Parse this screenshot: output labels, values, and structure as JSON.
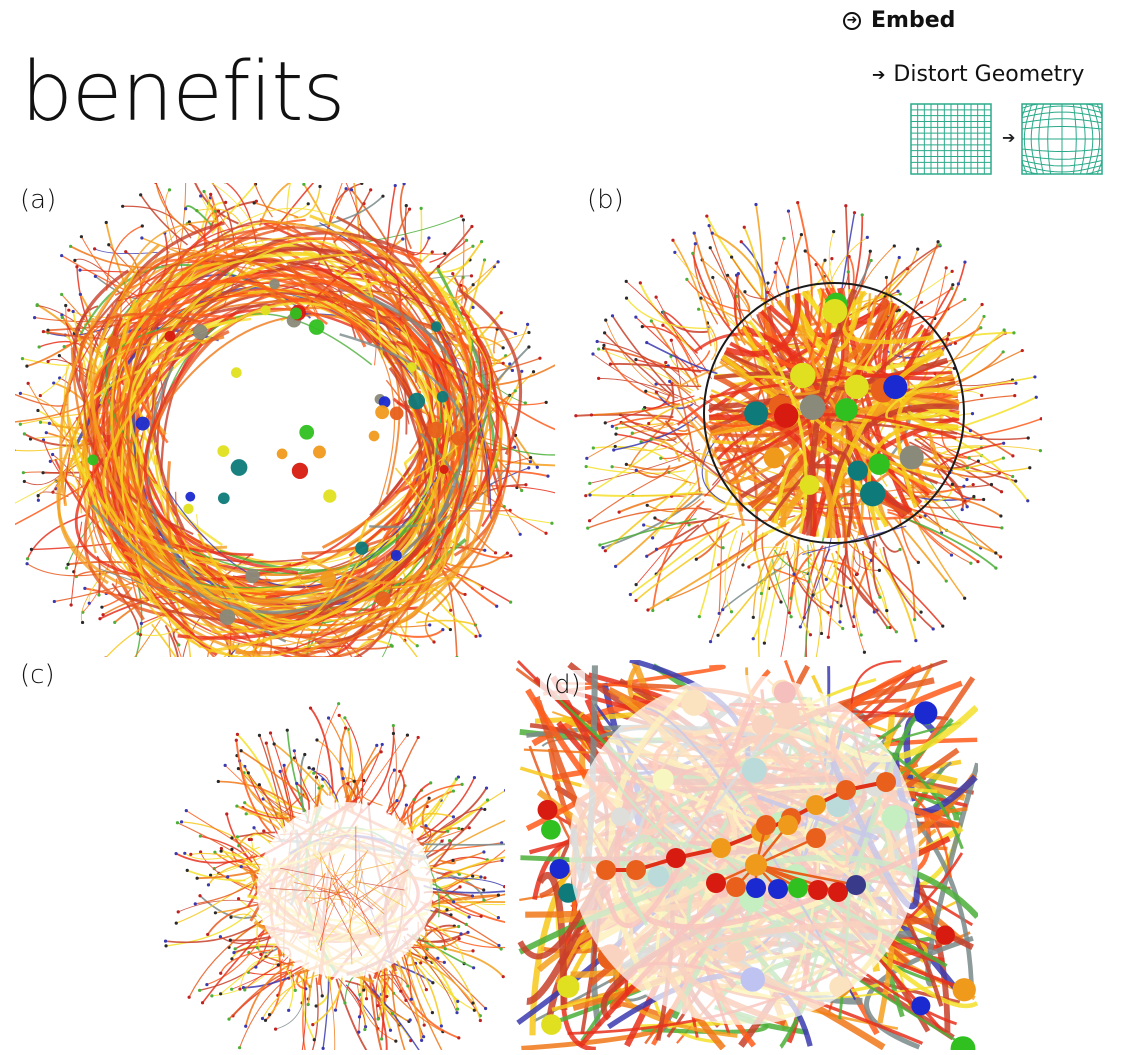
{
  "slide": {
    "title": "l benefits",
    "idiom": {
      "category": "Embed",
      "item": "Distort Geometry",
      "arrow_glyph": "➔"
    }
  },
  "panels": [
    {
      "id": "a",
      "label": "(a)"
    },
    {
      "id": "b",
      "label": "(b)"
    },
    {
      "id": "c",
      "label": "(c)"
    },
    {
      "id": "d",
      "label": "(d)"
    }
  ],
  "colors": {
    "edge_palette": [
      "#e8301c",
      "#f07818",
      "#f4a020",
      "#f6c81a",
      "#f5e02a",
      "#c8402a",
      "#ff5a1a",
      "#e85a20"
    ],
    "accent_edges": [
      "#3a3ab0",
      "#4caf3a",
      "#7a8a8a"
    ],
    "node_palette": [
      "#d81b10",
      "#e8601c",
      "#f09a1c",
      "#e0e020",
      "#8a8a7a",
      "#1a2ad0",
      "#0e7a7a",
      "#30c020"
    ],
    "lens_border": "#1a1a1a",
    "grid_green": "#2aaa8a"
  }
}
